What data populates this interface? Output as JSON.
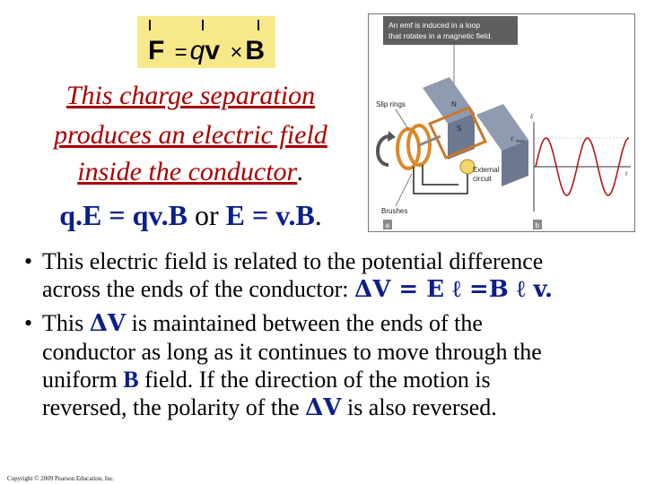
{
  "formula": {
    "F": "F",
    "eq": "=",
    "q": "q",
    "v": "v",
    "times": "×",
    "B": "B"
  },
  "statement": {
    "line1": "This charge separation",
    "line2": "produces an electric field",
    "line3a": "inside the conductor",
    "line3b": "."
  },
  "equation": {
    "p1": "q.E = qv.B",
    "p2": " or ",
    "p3": "E = v.B",
    "p4": "."
  },
  "figure": {
    "caption": "An emf is induced in a loop that rotates in a magnetic field.",
    "caption_line1": "An emf is induced in a loop",
    "caption_line2": "that rotates in a magnetic field.",
    "label_slip_rings": "Slip rings",
    "label_N": "N",
    "label_S": "S",
    "label_external_1": "External",
    "label_external_2": "circuit",
    "label_brushes": "Brushes",
    "label_emf_axis": "ε",
    "label_emf_max": "ε",
    "label_emf_max_sub": "max",
    "label_t": "t",
    "panel_a": "a",
    "panel_b": "b",
    "colors": {
      "caption_bg": "#5e5e5e",
      "magnet": "#8f9bb0",
      "coil": "#d98a2a",
      "wave": "#b01818"
    }
  },
  "bullets": [
    {
      "s1": "This electric field is related to the potential difference",
      "s2": "across the ends of the conductor: ",
      "s3": "ΔV = E ℓ =B ℓ v."
    },
    {
      "s1": "This ",
      "s2": "ΔV",
      "s3": " is maintained between the ends of the",
      "s4": "conductor as  long as it continues to move through the",
      "s5": "uniform ",
      "s6": "B",
      "s7": " field. If the direction of the motion is",
      "s8": "reversed, the polarity of the ",
      "s9": "ΔV",
      "s10": " is also reversed."
    }
  ],
  "bullet_symbol": "•",
  "copyright": "Copyright © 2009 Pearson Education, Inc."
}
